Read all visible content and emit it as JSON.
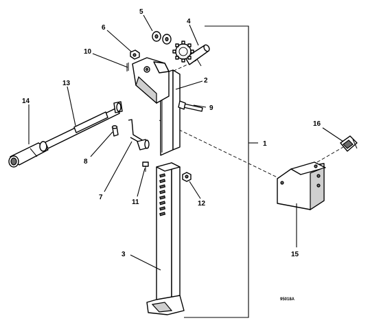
{
  "callouts": {
    "c1": "1",
    "c2": "2",
    "c3": "3",
    "c4": "4",
    "c5": "5",
    "c6": "6",
    "c7": "7",
    "c8": "8",
    "c9": "9",
    "c10": "10",
    "c11": "11",
    "c12": "12",
    "c13": "13",
    "c14": "14",
    "c15": "15",
    "c16": "16"
  },
  "figure_code": "95018A"
}
